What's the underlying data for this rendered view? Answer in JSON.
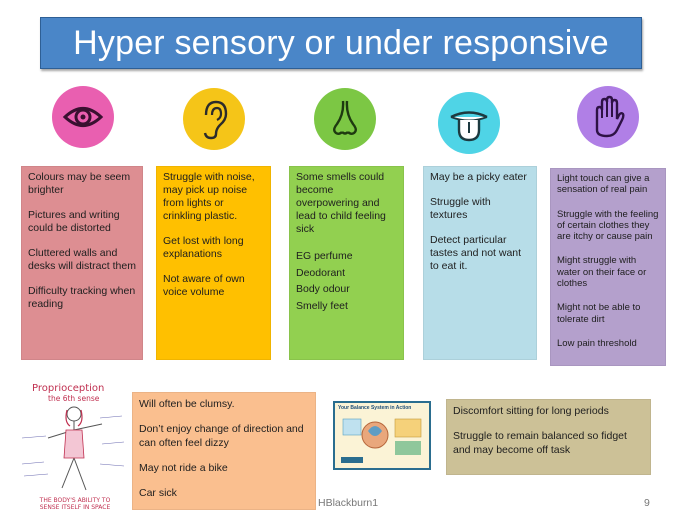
{
  "slide": {
    "title": "Hyper sensory or under responsive",
    "footer_author": "HBlackburn1",
    "page_number": "9"
  },
  "icons": [
    {
      "name": "eye-icon",
      "color": "#e95fb0"
    },
    {
      "name": "ear-icon",
      "color": "#f5c518"
    },
    {
      "name": "nose-icon",
      "color": "#7cc744"
    },
    {
      "name": "tongue-icon",
      "color": "#4fd4e6"
    },
    {
      "name": "hand-icon",
      "color": "#b07fe6"
    }
  ],
  "boxes": {
    "sight": {
      "color": "#dd8e92",
      "items": [
        "Colours may be seem brighter",
        "Pictures and writing could be distorted",
        "Cluttered walls  and desks will distract them",
        "Difficulty tracking when reading"
      ]
    },
    "hearing": {
      "color": "#ffc000",
      "items": [
        "Struggle with noise, may pick up noise from lights or crinkling plastic.",
        "Get lost with long explanations",
        "Not aware of own voice volume"
      ]
    },
    "smell": {
      "color": "#92d050",
      "items": [
        "Some smells could become overpowering and lead to child feeling sick",
        "EG perfume\nDeodorant\nBody odour\nSmelly feet"
      ]
    },
    "taste": {
      "color": "#b7dde8",
      "items": [
        "May be a picky eater",
        "Struggle with textures",
        "Detect particular tastes and not want to eat it."
      ]
    },
    "touch": {
      "color": "#b4a0cc",
      "items": [
        "Light touch can give a sensation of real pain",
        "Struggle with the feeling of certain clothes they are itchy or cause pain",
        "Might struggle with water  on their face or clothes",
        "Might not be able to tolerate dirt",
        "Low pain threshold"
      ]
    },
    "proprioception": {
      "color": "#fabf8f",
      "items": [
        "Will often be clumsy.",
        "Don’t enjoy change of direction and can often feel dizzy",
        "May not ride a bike",
        "Car sick"
      ]
    },
    "balance": {
      "color": "#ccc197",
      "items": [
        "Discomfort  sitting for long periods",
        "Struggle to remain balanced so fidget and may become off task"
      ]
    }
  },
  "proprioception_image": {
    "heading": "Proprioception",
    "subheading": "the 6th sense",
    "caption": "THE BODY'S ABILITY TO SENSE ITSELF IN SPACE"
  },
  "balance_image": {
    "title": "Your Balance System in Action"
  }
}
